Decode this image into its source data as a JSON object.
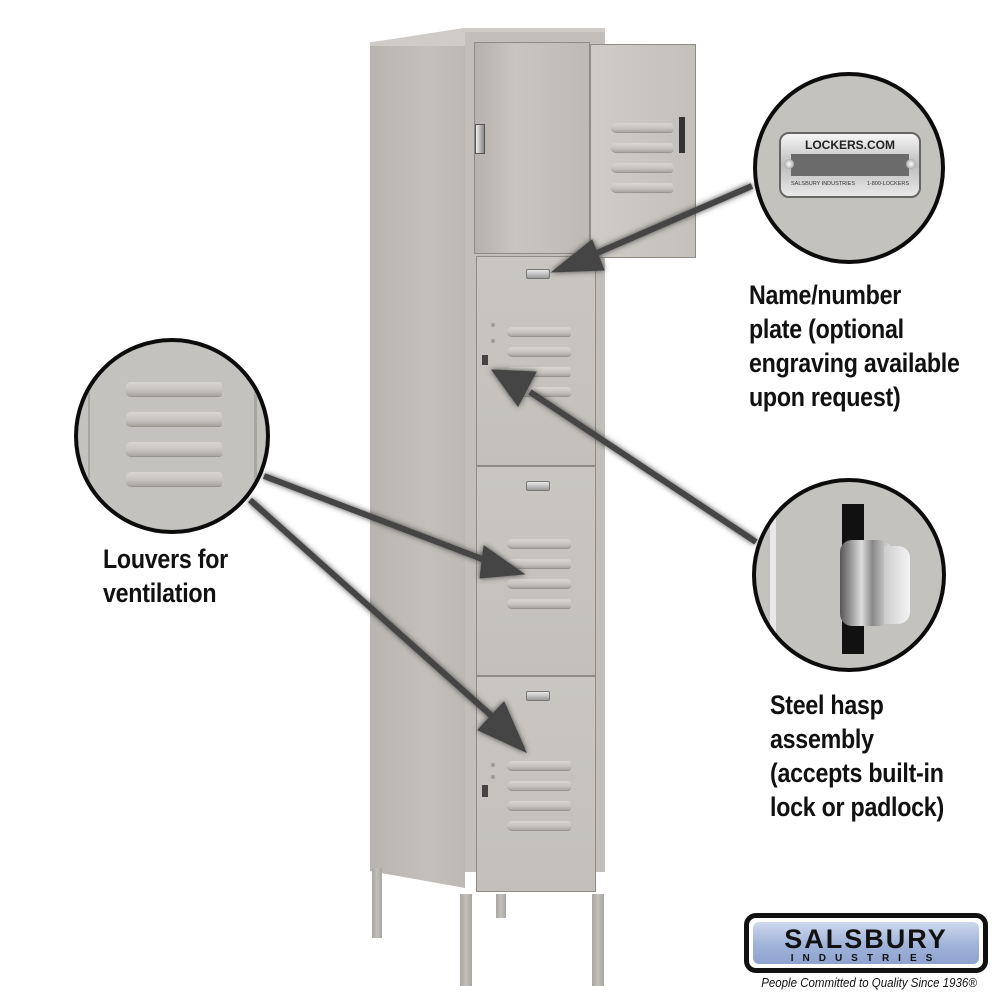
{
  "product": {
    "name": "Salsbury Industries triple tier metal locker (gray)",
    "tiers": 4,
    "color": "#c2bfba"
  },
  "callouts": {
    "name_plate": {
      "lines": [
        "Name/number",
        "plate (optional",
        "engraving available",
        "upon request)"
      ],
      "plate_text_top": "LOCKERS.COM",
      "plate_text_bottom_left": "SALSBURY INDUSTRIES",
      "plate_text_bottom_right": "1-800-LOCKERS"
    },
    "louvers": {
      "lines": [
        "Louvers for",
        "ventilation"
      ]
    },
    "hasp": {
      "lines": [
        "Steel hasp",
        "assembly",
        "(accepts built-in",
        "lock or padlock)"
      ]
    }
  },
  "logo": {
    "brand": "SALSBURY",
    "subtitle": "INDUSTRIES",
    "tagline": "People Committed to Quality Since 1936®",
    "accent_color": "#9fb2d8"
  }
}
